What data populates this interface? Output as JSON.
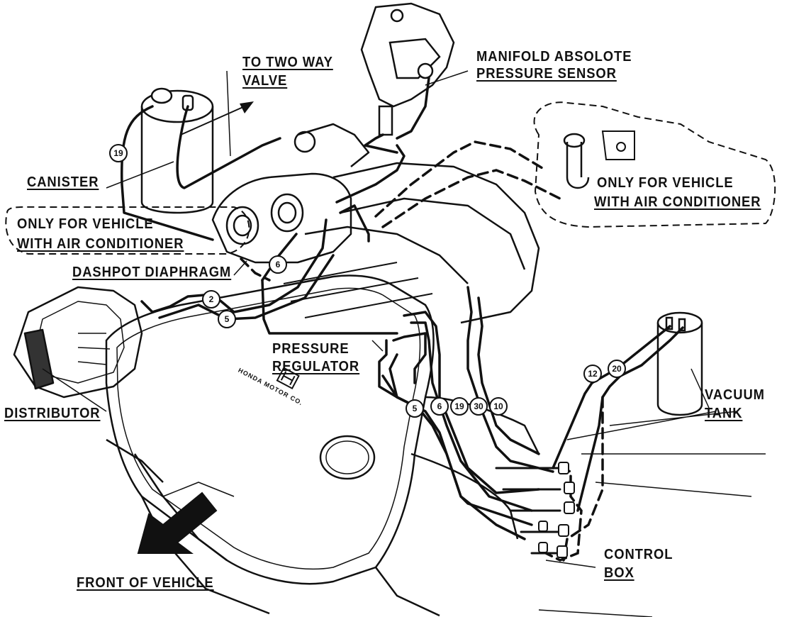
{
  "labels": {
    "to_two_way_valve": [
      "TO TWO WAY",
      "VALVE"
    ],
    "manifold_sensor": [
      "MANIFOLD ABSOLOTE",
      "PRESSURE SENSOR"
    ],
    "canister": "CANISTER",
    "ac_left": [
      "ONLY FOR VEHICLE",
      "WITH AIR CONDITIONER"
    ],
    "ac_right": [
      "ONLY FOR VEHICLE",
      "WITH AIR CONDITIONER"
    ],
    "dashpot": "DASHPOT DIAPHRAGM",
    "pressure_regulator": [
      "PRESSURE",
      "REGULATOR"
    ],
    "distributor": "DISTRIBUTOR",
    "vacuum_tank": [
      "VACUUM",
      "TANK"
    ],
    "control_box": [
      "CONTROL",
      "BOX"
    ],
    "front_of_vehicle": "FRONT OF VEHICLE",
    "logo_text": "HONDA MOTOR CO."
  },
  "hose_numbers": {
    "n19_canister": "19",
    "n6_upper": "6",
    "n2": "2",
    "n5_upper": "5",
    "n12": "12",
    "n20": "20",
    "n5_lower": "5",
    "n6_lower": "6",
    "n19_lower": "19",
    "n30": "30",
    "n10": "10"
  }
}
